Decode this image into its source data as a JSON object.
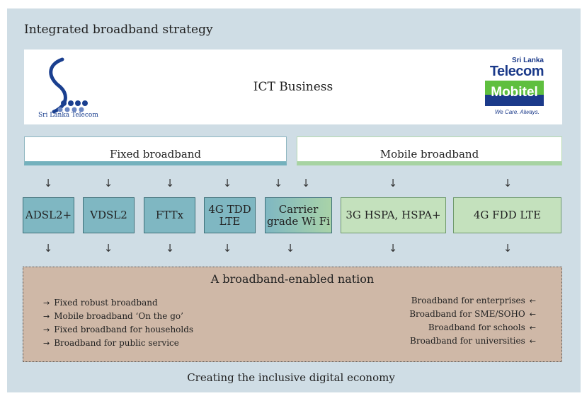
{
  "title": "Integrated broadband strategy",
  "ict": {
    "label": "ICT Business",
    "slt_logo_text": "Sri Lanka Telecom",
    "mobitel_logo": {
      "line1": "Sri Lanka",
      "line2": "Telecom",
      "brand": "Mobitel",
      "tagline": "We Care. Always."
    }
  },
  "fixed_broadband": "Fixed broadband",
  "mobile_broadband": "Mobile broadband",
  "technologies": {
    "adsl": "ADSL2+",
    "vdsl": "VDSL2",
    "fttx": "FTTx",
    "lte_tdd_1": "4G TDD",
    "lte_tdd_2": "LTE",
    "wifi_1": "Carrier",
    "wifi_2": "grade Wi Fi",
    "hspa": "3G HSPA, HSPA+",
    "lte_fdd": "4G FDD LTE"
  },
  "arrow_glyph": "↓",
  "nation": {
    "title": "A broadband-enabled nation",
    "left_items": [
      "Fixed robust broadband",
      "Mobile broadband ‘On the go’",
      "Fixed broadband for households",
      "Broadband for public service"
    ],
    "right_items": [
      "Broadband for enterprises",
      "Broadband for SME/SOHO",
      "Broadband for schools",
      "Broadband for universities"
    ],
    "left_arrow": "→",
    "right_arrow": "←"
  },
  "footer": "Creating the inclusive digital economy",
  "colors": {
    "panel": "#cfdde5",
    "fixed": "#7fb7c2",
    "mobile": "#c4e1bd",
    "nation": "#cfb8a7"
  }
}
